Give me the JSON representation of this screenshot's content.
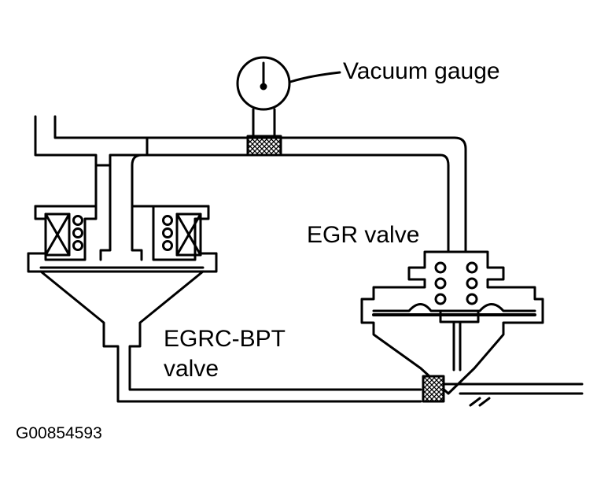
{
  "labels": {
    "vacuum_gauge": "Vacuum gauge",
    "egr_valve": "EGR valve",
    "egrc_bpt_line1": "EGRC-BPT",
    "egrc_bpt_line2": "valve",
    "figure_code": "G00854593"
  },
  "colors": {
    "ink": "#000000",
    "paper": "#ffffff"
  }
}
